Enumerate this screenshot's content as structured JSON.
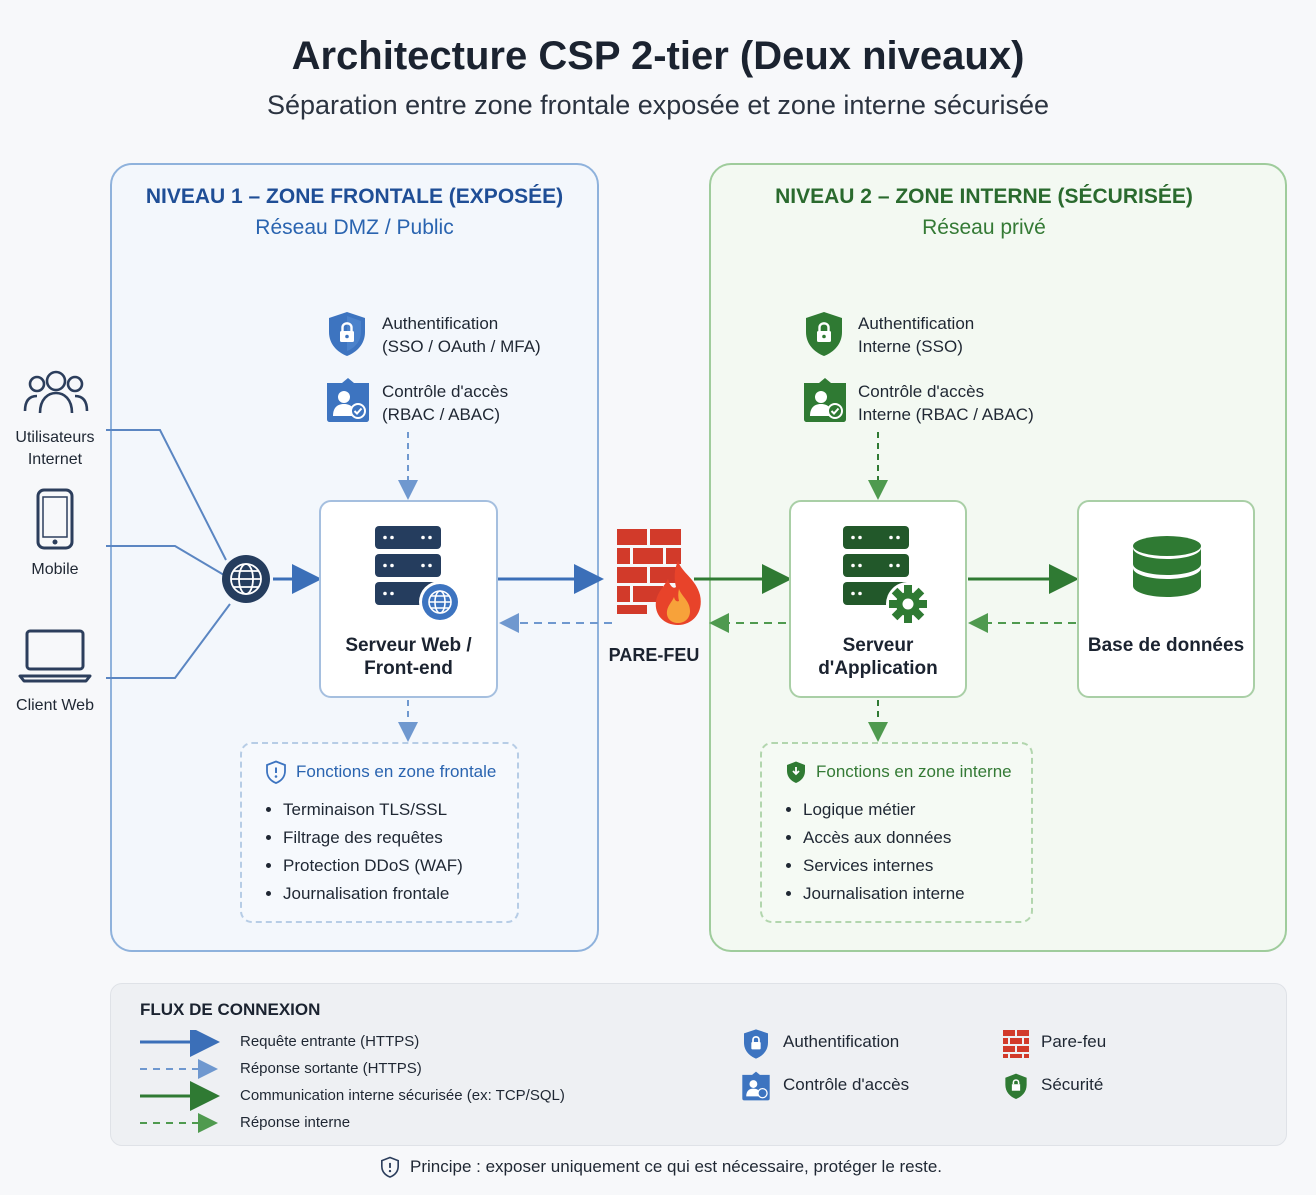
{
  "title": "Architecture CSP 2-tier (Deux niveaux)",
  "subtitle": "Séparation entre zone frontale exposée et zone interne sécurisée",
  "clients": {
    "users": "Utilisateurs Internet",
    "users_line1": "Utilisateurs",
    "users_line2": "Internet",
    "mobile": "Mobile",
    "web": "Client Web"
  },
  "zone1": {
    "title": "NIVEAU 1 – ZONE FRONTALE (EXPOSÉE)",
    "subtitle": "Réseau DMZ / Public",
    "auth_title": "Authentification",
    "auth_detail": "(SSO / OAuth / MFA)",
    "access_title": "Contrôle d'accès",
    "access_detail": "(RBAC / ABAC)",
    "server_line1": "Serveur Web /",
    "server_line2": "Front-end",
    "functions_title": "Fonctions en zone frontale",
    "functions": [
      "Terminaison TLS/SSL",
      "Filtrage des requêtes",
      "Protection DDoS (WAF)",
      "Journalisation frontale"
    ]
  },
  "firewall": {
    "label": "PARE-FEU"
  },
  "zone2": {
    "title": "NIVEAU 2 – ZONE INTERNE (SÉCURISÉE)",
    "subtitle": "Réseau privé",
    "auth_title": "Authentification",
    "auth_detail": "Interne (SSO)",
    "access_title": "Contrôle d'accès",
    "access_detail": "Interne (RBAC / ABAC)",
    "server_line1": "Serveur",
    "server_line2": "d'Application",
    "db_label": "Base de données",
    "functions_title": "Fonctions en zone interne",
    "functions": [
      "Logique métier",
      "Accès aux données",
      "Services internes",
      "Journalisation interne"
    ]
  },
  "legend": {
    "title": "FLUX DE CONNEXION",
    "flows": [
      "Requête entrante (HTTPS)",
      "Réponse sortante (HTTPS)",
      "Communication interne sécurisée (ex: TCP/SQL)",
      "Réponse interne"
    ],
    "icons": [
      "Authentification",
      "Contrôle d'accès",
      "Pare-feu",
      "Sécurité"
    ]
  },
  "footer": "Principe : exposer uniquement ce qui est nécessaire, protéger le reste.",
  "colors": {
    "blue": "#3b6fb8",
    "green": "#2f7a33",
    "red": "#d23a2a",
    "navy": "#253d5e"
  }
}
